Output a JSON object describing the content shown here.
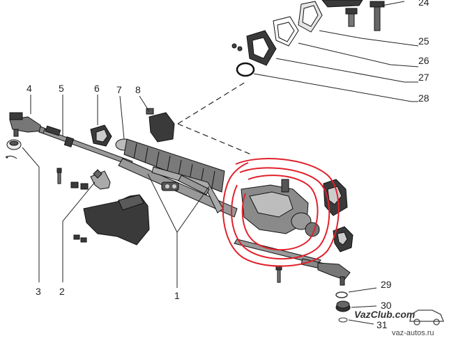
{
  "callouts": [
    {
      "id": "24",
      "label": "24"
    },
    {
      "id": "25",
      "label": "25"
    },
    {
      "id": "26",
      "label": "26"
    },
    {
      "id": "27",
      "label": "27"
    },
    {
      "id": "28",
      "label": "28"
    },
    {
      "id": "4",
      "label": "4"
    },
    {
      "id": "5",
      "label": "5"
    },
    {
      "id": "6",
      "label": "6"
    },
    {
      "id": "7",
      "label": "7"
    },
    {
      "id": "8",
      "label": "8"
    },
    {
      "id": "3",
      "label": "3"
    },
    {
      "id": "2",
      "label": "2"
    },
    {
      "id": "1",
      "label": "1"
    },
    {
      "id": "29",
      "label": "29"
    },
    {
      "id": "30",
      "label": "30"
    },
    {
      "id": "31",
      "label": "31"
    }
  ],
  "watermark": {
    "logo_text": "VazClub.com",
    "site_text": "vaz-autos.ru"
  },
  "annotation": {
    "color": "#e0202a",
    "description": "red hand-drawn circles around steering gear housing"
  },
  "colors": {
    "part_dark": "#3a3a3a",
    "part_mid": "#8c8c8c",
    "part_light": "#cfcfcf",
    "line": "#222222"
  }
}
